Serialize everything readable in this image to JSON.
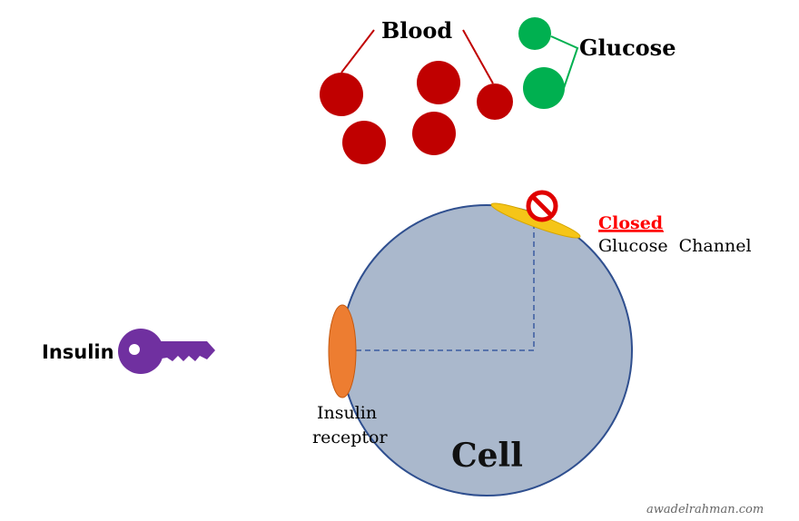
{
  "labels": {
    "blood": "Blood",
    "glucose": "Glucose",
    "closed": "Closed",
    "glucose_channel": "Glucose  Channel",
    "insulin": "Insulin",
    "insulin_receptor_line1": "Insulin",
    "insulin_receptor_line2": "receptor",
    "cell": "Cell",
    "watermark": "awadelrahman.com"
  },
  "colors": {
    "blood_cell": "#c00000",
    "glucose": "#00b050",
    "cell_fill": "#aab8cc",
    "cell_stroke": "#2f4f8f",
    "receptor": "#ed7d31",
    "channel": "#f5c518",
    "insulin_key": "#7030a0",
    "closed_text": "#ff0000",
    "no_sign": "#e00000"
  },
  "icons": {
    "key": "key-icon",
    "closed": "no-entry-icon"
  }
}
